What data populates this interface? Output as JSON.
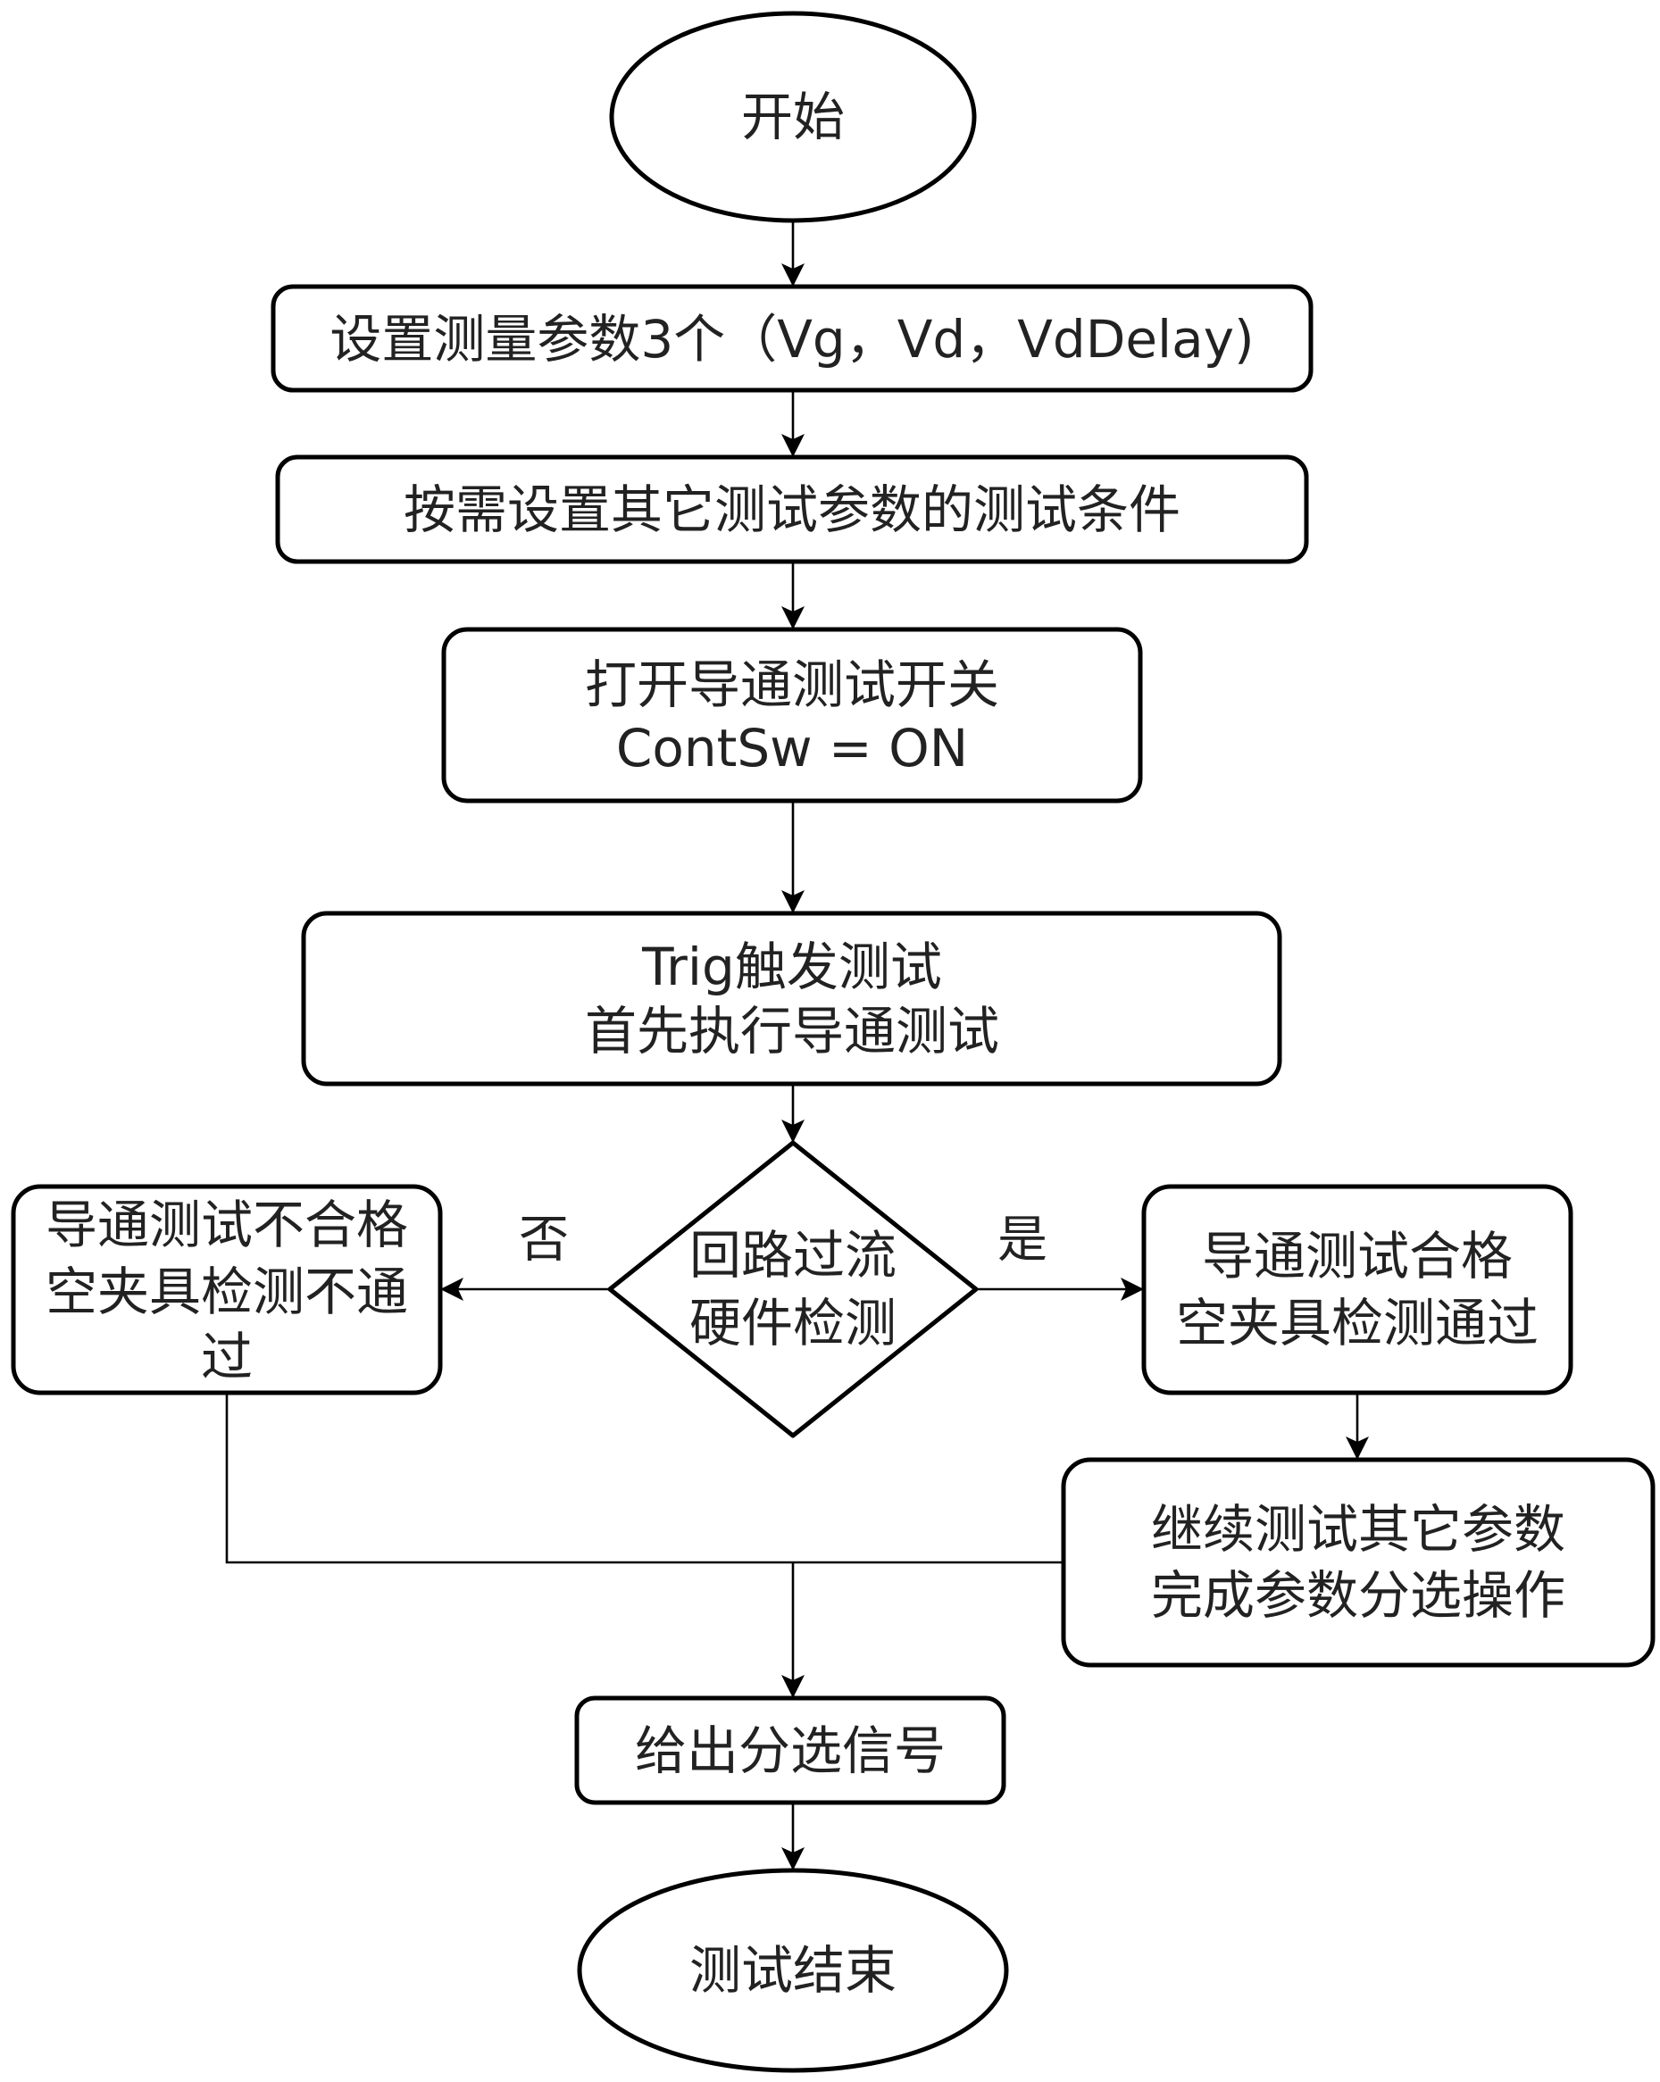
{
  "diagram": {
    "type": "flowchart",
    "colors": {
      "stroke": "#000000",
      "fill": "#ffffff",
      "text": "#222222"
    },
    "nodes": {
      "start": {
        "shape": "ellipse",
        "lines": [
          "开始"
        ]
      },
      "set_params": {
        "shape": "rounded-rect",
        "lines": [
          "设置测量参数3个（Vg，Vd，VdDelay)"
        ]
      },
      "set_conditions": {
        "shape": "rounded-rect",
        "lines": [
          "按需设置其它测试参数的测试条件"
        ]
      },
      "open_switch": {
        "shape": "rounded-rect",
        "lines": [
          "打开导通测试开关",
          "ContSw =  ON"
        ]
      },
      "trigger_test": {
        "shape": "rounded-rect",
        "lines": [
          "Trig触发测试",
          "首先执行导通测试"
        ]
      },
      "decision": {
        "shape": "diamond",
        "lines": [
          "回路过流",
          "硬件检测"
        ]
      },
      "fail": {
        "shape": "rounded-rect",
        "lines": [
          "导通测试不合格",
          "空夹具检测不通",
          "过"
        ]
      },
      "pass": {
        "shape": "rounded-rect",
        "lines": [
          "导通测试合格",
          "空夹具检测通过"
        ]
      },
      "continue": {
        "shape": "rounded-rect",
        "lines": [
          "继续测试其它参数",
          "完成参数分选操作"
        ]
      },
      "signal": {
        "shape": "rounded-rect",
        "lines": [
          "给出分选信号"
        ]
      },
      "end": {
        "shape": "ellipse",
        "lines": [
          "测试结束"
        ]
      }
    },
    "edges": [
      {
        "from": "start",
        "to": "set_params",
        "label": ""
      },
      {
        "from": "set_params",
        "to": "set_conditions",
        "label": ""
      },
      {
        "from": "set_conditions",
        "to": "open_switch",
        "label": ""
      },
      {
        "from": "open_switch",
        "to": "trigger_test",
        "label": ""
      },
      {
        "from": "trigger_test",
        "to": "decision",
        "label": ""
      },
      {
        "from": "decision",
        "to": "fail",
        "label": "否"
      },
      {
        "from": "decision",
        "to": "pass",
        "label": "是"
      },
      {
        "from": "pass",
        "to": "continue",
        "label": ""
      },
      {
        "from": "fail",
        "to": "signal",
        "label": ""
      },
      {
        "from": "continue",
        "to": "signal",
        "label": ""
      },
      {
        "from": "signal",
        "to": "end",
        "label": ""
      }
    ],
    "edge_labels": {
      "no": "否",
      "yes": "是"
    }
  }
}
